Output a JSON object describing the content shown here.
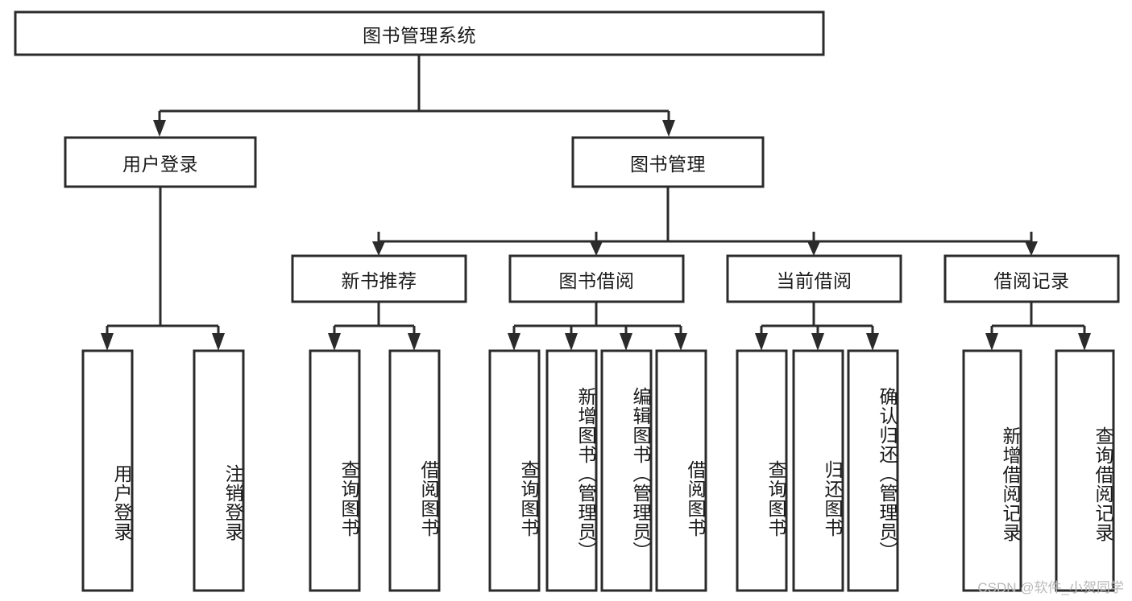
{
  "diagram": {
    "type": "tree-hierarchy",
    "title": "图书管理系统",
    "watermark": "CSDN @软件_小贺同学",
    "colors": {
      "stroke": "#2b2b2b",
      "box_fill": "#ffffff",
      "text": "#1a1a1a",
      "background": "#ffffff",
      "watermark": "#b9b9b9"
    },
    "root": {
      "label": "图书管理系统"
    },
    "level2": [
      {
        "label": "用户登录"
      },
      {
        "label": "图书管理"
      }
    ],
    "level3": [
      {
        "label": "新书推荐"
      },
      {
        "label": "图书借阅"
      },
      {
        "label": "当前借阅"
      },
      {
        "label": "借阅记录"
      }
    ],
    "leaves": {
      "user_login": [
        {
          "label": "用户登录"
        },
        {
          "label": "注销登录"
        }
      ],
      "new_book_recommend": [
        {
          "label": "查询图书"
        },
        {
          "label": "借阅图书"
        }
      ],
      "book_borrow": [
        {
          "label": "查询图书"
        },
        {
          "label": "新增图书（管理员）"
        },
        {
          "label": "编辑图书（管理员）"
        },
        {
          "label": "借阅图书"
        }
      ],
      "current_borrow": [
        {
          "label": "查询图书"
        },
        {
          "label": "归还图书"
        },
        {
          "label": "确认归还（管理员）"
        }
      ],
      "borrow_record": [
        {
          "label": "新增借阅记录"
        },
        {
          "label": "查询借阅记录"
        }
      ]
    }
  }
}
